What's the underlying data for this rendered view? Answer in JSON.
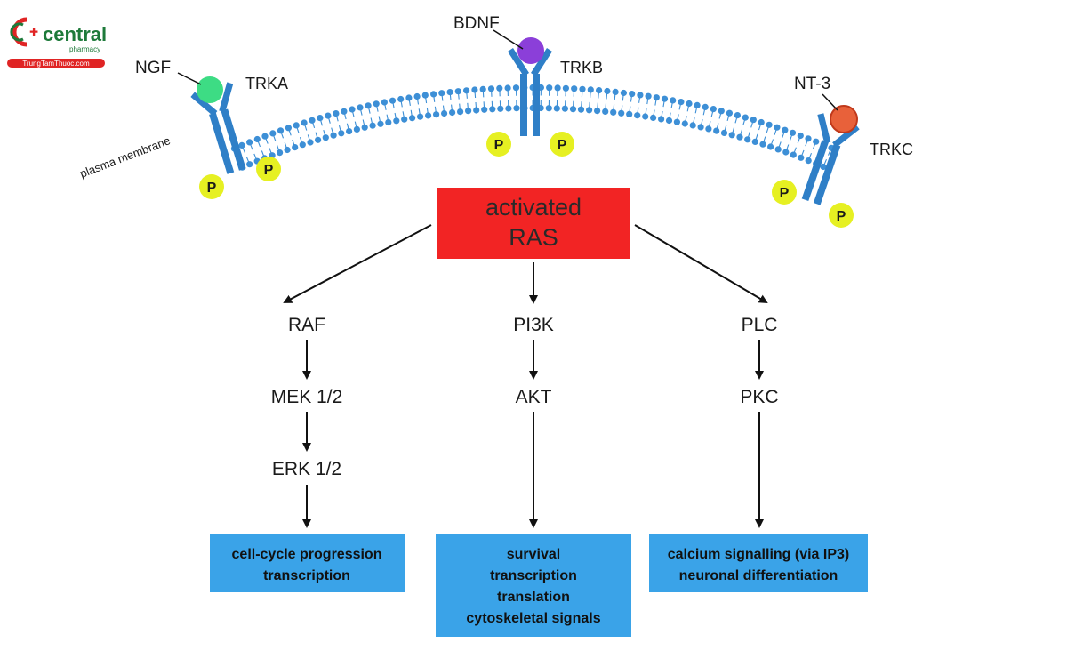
{
  "logo": {
    "brand": "central",
    "tagline": "pharmacy",
    "url": "TrungTamThuoc.com"
  },
  "membrane": {
    "label": "plasma membrane"
  },
  "receptors": [
    {
      "ligand": "NGF",
      "receptor": "TRKA",
      "phospho": [
        "P",
        "P"
      ]
    },
    {
      "ligand": "BDNF",
      "receptor": "TRKB",
      "phospho": [
        "P",
        "P"
      ]
    },
    {
      "ligand": "NT-3",
      "receptor": "TRKC",
      "phospho": [
        "P",
        "P"
      ]
    }
  ],
  "ras": {
    "line1": "activated",
    "line2": "RAS"
  },
  "pathways": [
    {
      "nodes": [
        "RAF",
        "MEK 1/2",
        "ERK 1/2"
      ],
      "outcomes": [
        "cell-cycle progression",
        "transcription"
      ]
    },
    {
      "nodes": [
        "PI3K",
        "AKT"
      ],
      "outcomes": [
        "survival",
        "transcription",
        "translation",
        "cytoskeletal signals"
      ]
    },
    {
      "nodes": [
        "PLC",
        "PKC"
      ],
      "outcomes": [
        "calcium signalling (via IP3)",
        "neuronal differentiation"
      ]
    }
  ],
  "colors": {
    "ras": "#f22424",
    "outcome": "#3aa3e8",
    "membrane_head": "#3d8fd6",
    "receptor": "#2f7fc7",
    "phospho": "#e6f022",
    "ngf": "#3ddc84",
    "bdnf": "#8b3fd9",
    "nt3": "#e8613a"
  }
}
